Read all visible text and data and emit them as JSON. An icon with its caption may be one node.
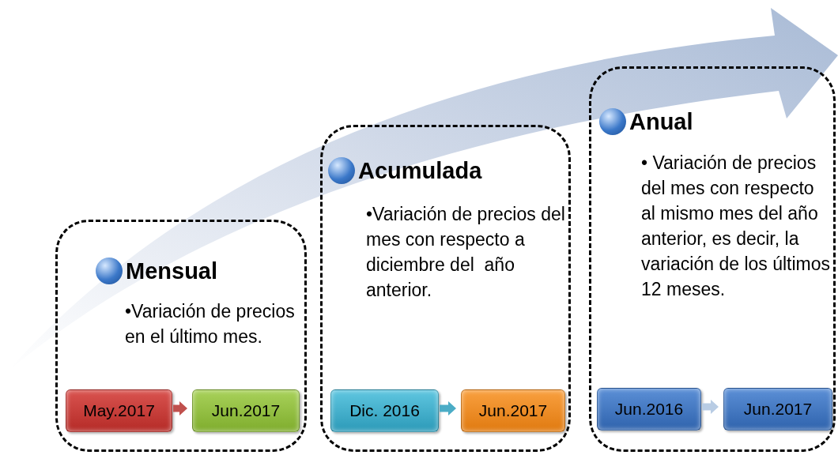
{
  "diagram": {
    "nodes": [
      {
        "text": [
          "Mensual",
          "•Variación de precios en el último mes."
        ]
      },
      {
        "text": [
          "May.2017"
        ],
        "in": 0
      },
      {
        "text": [
          "Jun.2017"
        ],
        "in": 0
      },
      {
        "text": [
          "Acumulada",
          "•Variación de precios del mes con respecto a diciembre del  año anterior."
        ]
      },
      {
        "text": [
          "Dic. 2016"
        ],
        "in": 3
      },
      {
        "text": [
          "Jun.2017"
        ],
        "in": 3
      },
      {
        "text": [
          "Anual",
          "• Variación de precios del mes con respecto al mismo mes del año anterior, es decir, la variación de los últimos 12 meses."
        ]
      },
      {
        "text": [
          "Jun.2016"
        ],
        "in": 6
      },
      {
        "text": [
          "Jun.2017"
        ],
        "in": 6
      }
    ],
    "edges": [
      {
        "from": 1,
        "to": 2,
        "arrow": "to",
        "color": "#c0504d"
      },
      {
        "from": 4,
        "to": 5,
        "arrow": "to",
        "color": "#4bacc6"
      },
      {
        "from": 7,
        "to": 8,
        "arrow": "to",
        "color": "#b8cce4"
      }
    ]
  }
}
